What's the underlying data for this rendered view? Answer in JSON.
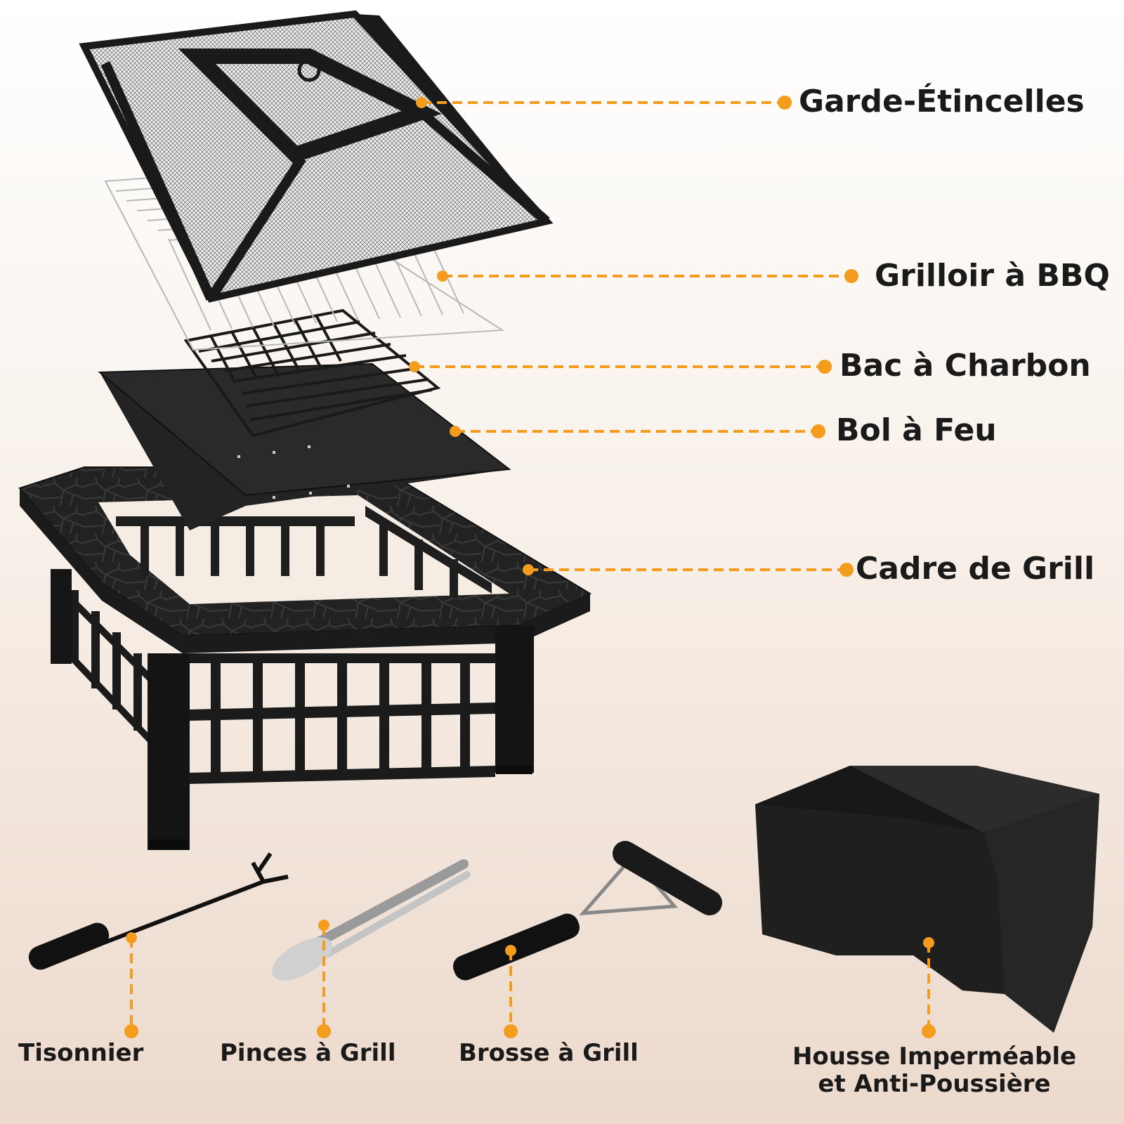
{
  "accent_color": "#f39c1e",
  "parts": {
    "spark_guard": "Garde-Étincelles",
    "bbq_grill": "Grilloir à BBQ",
    "charcoal_tray": "Bac à Charbon",
    "fire_bowl": "Bol à Feu",
    "grill_frame": "Cadre de Grill"
  },
  "accessories": {
    "poker": "Tisonnier",
    "tongs": "Pinces à Grill",
    "brush": "Brosse à Grill",
    "cover_line1": "Housse Imperméable",
    "cover_line2": "et Anti-Poussière"
  }
}
